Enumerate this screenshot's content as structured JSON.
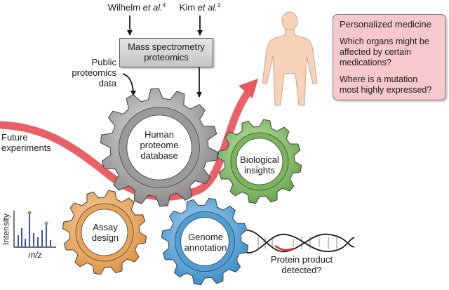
{
  "sources": {
    "wilhelm_name": "Wilhelm ",
    "wilhelm_etal": "et al.",
    "wilhelm_ref": "4",
    "kim_name": "Kim ",
    "kim_etal": "et al.",
    "kim_ref": "3"
  },
  "mass_spec_box": {
    "line1": "Mass spectrometry",
    "line2": "proteomics"
  },
  "public_data": {
    "line1": "Public",
    "line2": "proteomics",
    "line3": "data"
  },
  "future": {
    "line1": "Future",
    "line2": "experiments"
  },
  "gears": {
    "human_proteome": {
      "line1": "Human",
      "line2": "proteome",
      "line3": "database",
      "color": "#9a9a9a"
    },
    "biological": {
      "line1": "Biological",
      "line2": "insights",
      "color": "#7ab55c"
    },
    "assay": {
      "line1": "Assay",
      "line2": "design",
      "color": "#e8a45a"
    },
    "genome": {
      "line1": "Genome",
      "line2": "annotation",
      "color": "#4d9fd6"
    }
  },
  "spectrum": {
    "y_label": "Intensity",
    "x_label": "m/z"
  },
  "protein_product": {
    "line1": "Protein product",
    "line2": "detected?"
  },
  "personalized": {
    "title": "Personalized medicine",
    "q1_line1": "Which organs might be",
    "q1_line2": "affected by certain",
    "q1_line3": "medications?",
    "q2_line1": "Where is a mutation",
    "q2_line2": "most highly expressed?",
    "box_color": "#f7c9cc"
  },
  "colors": {
    "flow_arrow": "#e8585e",
    "body": "#f6d2b8"
  }
}
